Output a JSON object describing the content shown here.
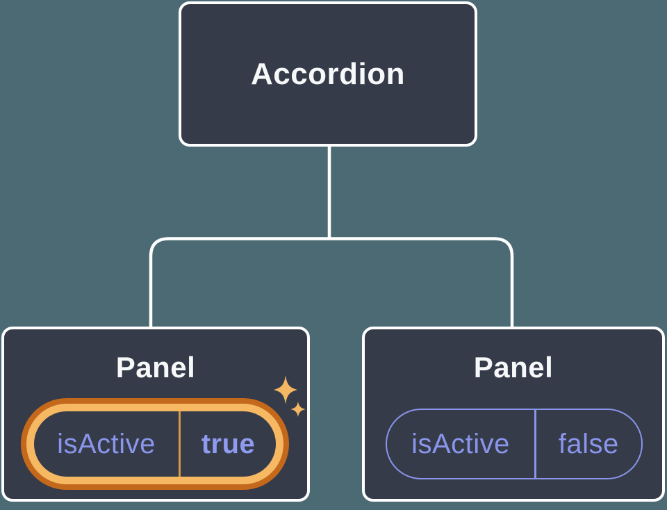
{
  "diagram": {
    "root": {
      "label": "Accordion"
    },
    "panels": [
      {
        "title": "Panel",
        "prop": {
          "name": "isActive",
          "value": "true"
        },
        "state": "active-highlighted"
      },
      {
        "title": "Panel",
        "prop": {
          "name": "isActive",
          "value": "false"
        },
        "state": "inactive"
      }
    ]
  },
  "icons": {
    "active_panel_decoration": "sparkles-icon"
  },
  "colors": {
    "canvas_background": "#4C6A74",
    "node_fill": "#353B48",
    "node_border": "#FFFFFF",
    "connector_line": "#FFFFFF",
    "node_title_text": "#F7F8FA",
    "prop_text": "#8A95EC",
    "pill_border_inactive": "#8A95EC",
    "highlight_ring_outer": "#C4691C",
    "highlight_ring_inner": "#F6B862",
    "highlight_divider": "#D6984A",
    "sparkle": "#F4B763"
  }
}
